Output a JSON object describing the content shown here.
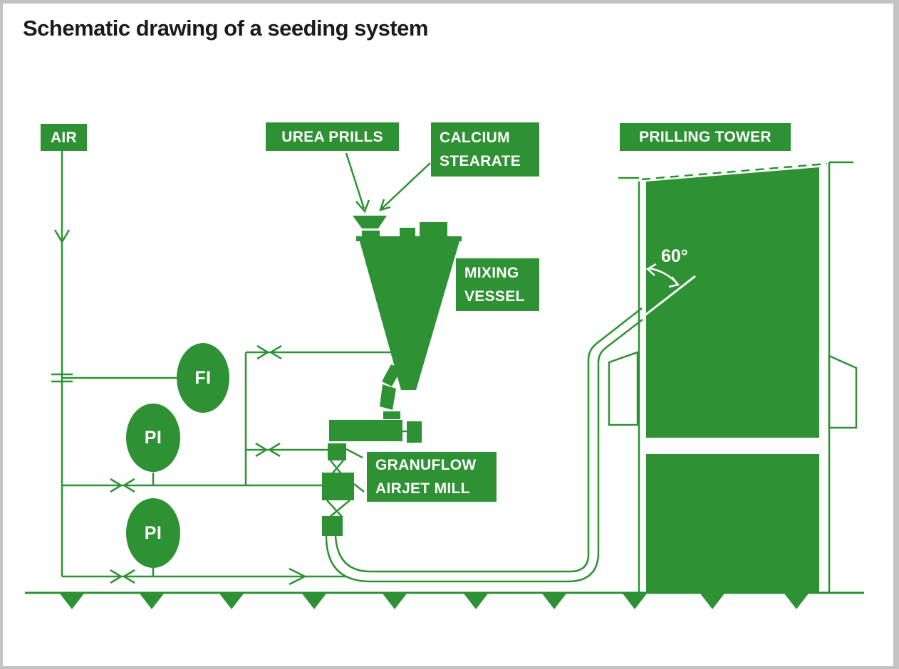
{
  "title": "Schematic drawing of a seeding system",
  "colors": {
    "diagram_green": "#2E9134",
    "frame_gray": "#C3C3C3",
    "page_background": "#FFFFFF",
    "text_on_green": "#FFFFFF",
    "title_text": "#1B1B1B"
  },
  "labels": {
    "air": "AIR",
    "urea_prills": "UREA PRILLS",
    "calcium_stearate_lines": [
      "CALCIUM",
      "STEARATE"
    ],
    "prilling_tower": "PRILLING TOWER",
    "mixing_vessel_lines": [
      "MIXING",
      "VESSEL"
    ],
    "granuflow_airjet_mill_lines": [
      "GRANUFLOW",
      "AIRJET MILL"
    ]
  },
  "instruments": [
    {
      "tag": "FI"
    },
    {
      "tag": "PI"
    },
    {
      "tag": "PI"
    }
  ],
  "annotations": {
    "tower_angle": "60°"
  }
}
